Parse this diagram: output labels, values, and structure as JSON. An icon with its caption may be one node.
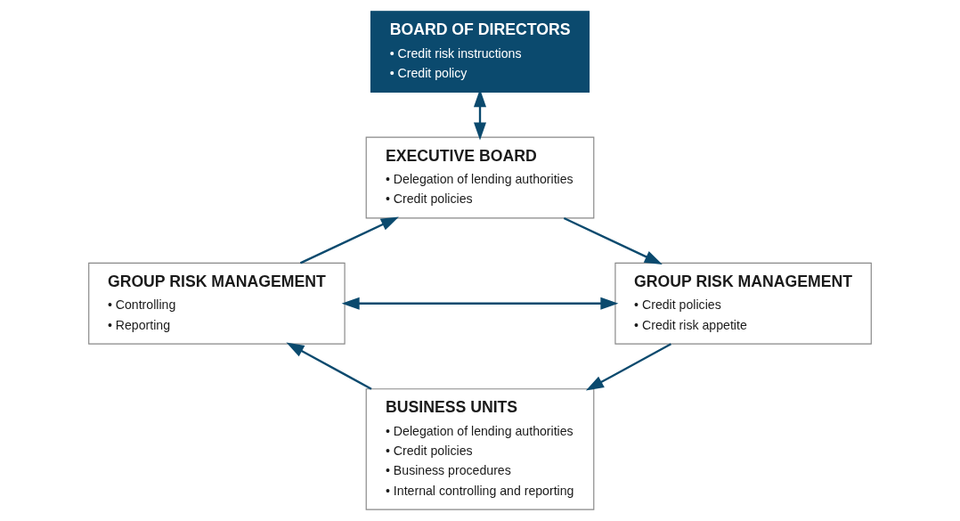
{
  "diagram": {
    "nodes": [
      {
        "text": [
          "BOARD OF DIRECTORS",
          "• Credit risk instructions",
          "• Credit policy"
        ]
      },
      {
        "text": [
          "EXECUTIVE BOARD",
          "• Delegation of lending authorities",
          "• Credit policies"
        ]
      },
      {
        "text": [
          "GROUP RISK MANAGEMENT",
          "• Controlling",
          "• Reporting"
        ]
      },
      {
        "text": [
          "GROUP RISK MANAGEMENT",
          "• Credit policies",
          "• Credit risk appetite"
        ]
      },
      {
        "text": [
          "BUSINESS UNITS",
          "• Delegation of lending authorities",
          "• Credit policies",
          "• Business procedures",
          "• Internal controlling and reporting"
        ]
      }
    ],
    "edges": [
      {
        "from": 0,
        "to": 1,
        "arrow": "both"
      },
      {
        "from": 1,
        "to": 3,
        "arrow": "to"
      },
      {
        "from": 3,
        "to": 4,
        "arrow": "to"
      },
      {
        "from": 4,
        "to": 2,
        "arrow": "to"
      },
      {
        "from": 2,
        "to": 1,
        "arrow": "to"
      },
      {
        "from": 2,
        "to": 3,
        "arrow": "both"
      }
    ]
  }
}
